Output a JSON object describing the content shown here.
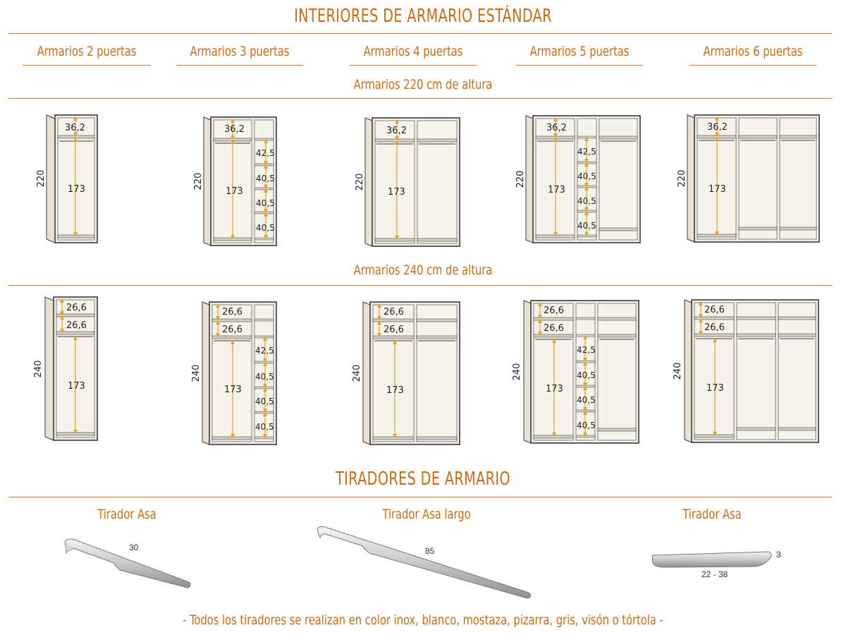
{
  "heading": "INTERIORES DE ARMARIO ESTÁNDAR",
  "columns": [
    "Armarios 2 puertas",
    "Armarios 3 puertas",
    "Armarios 4 puertas",
    "Armarios 5 puertas",
    "Armarios 6 puertas"
  ],
  "section_220": "Armarios 220 cm de altura",
  "section_240": "Armarios 240 cm de altura",
  "heights": {
    "h220": "220",
    "h240": "240"
  },
  "dims": {
    "top": "36,2",
    "hang": "173",
    "shelf_first": "42,5",
    "shelf": "40,5",
    "double": "26,6"
  },
  "handles_heading": "TIRADORES DE ARMARIO",
  "handles": [
    {
      "name": "Tirador Asa",
      "dim": "30"
    },
    {
      "name": "Tirador Asa largo",
      "dim": "85"
    },
    {
      "name": "Tirador Asa",
      "dim_width": "22 - 38",
      "dim_height": "3"
    }
  ],
  "footer": "- Todos los tiradores se realizan en color inox, blanco, mostaza, pizarra, gris, visón o tórtola -",
  "colors": {
    "accent": "#cd6a12",
    "panel": "#efe9dc",
    "frame": "#3a3a3a",
    "arrow": "#e8a126"
  }
}
